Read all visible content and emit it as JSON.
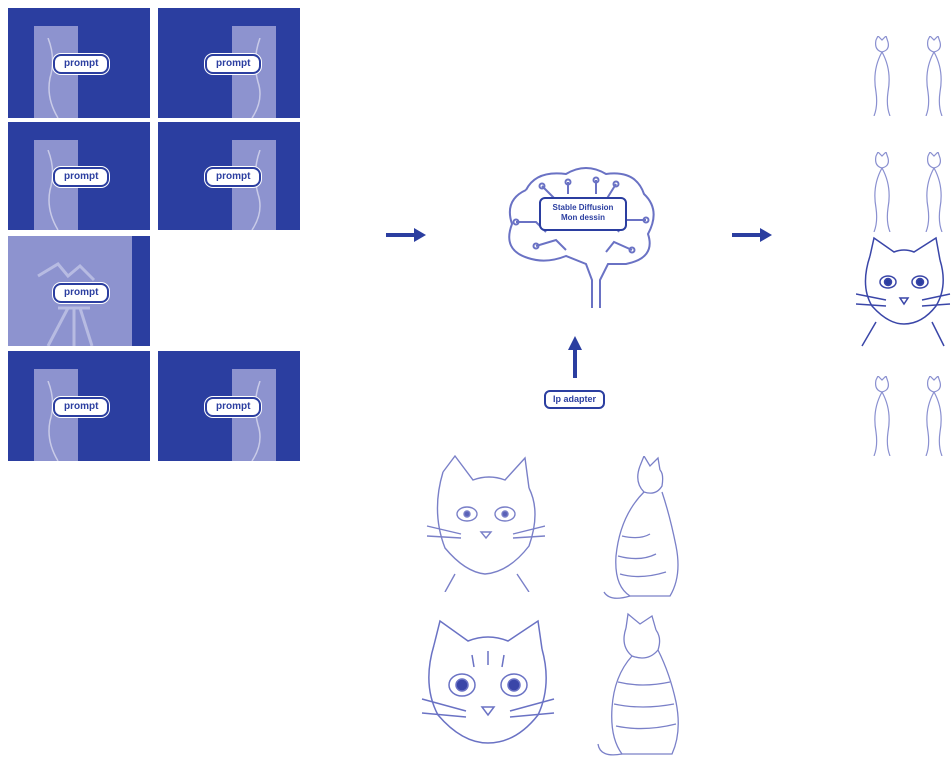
{
  "panels": [
    {
      "prompt": "prompt"
    },
    {
      "prompt": "prompt"
    },
    {
      "prompt": "prompt"
    },
    {
      "prompt": "prompt"
    },
    {
      "prompt": "prompt"
    },
    {
      "prompt": "prompt"
    },
    {
      "prompt": "prompt"
    }
  ],
  "model": {
    "line1": "Stable Diffusion",
    "line2": "Mon dessin"
  },
  "adapter": {
    "label": "Ip adapter"
  },
  "colors": {
    "accent": "#2b3ea0",
    "panel_light": "#8d93cf"
  }
}
